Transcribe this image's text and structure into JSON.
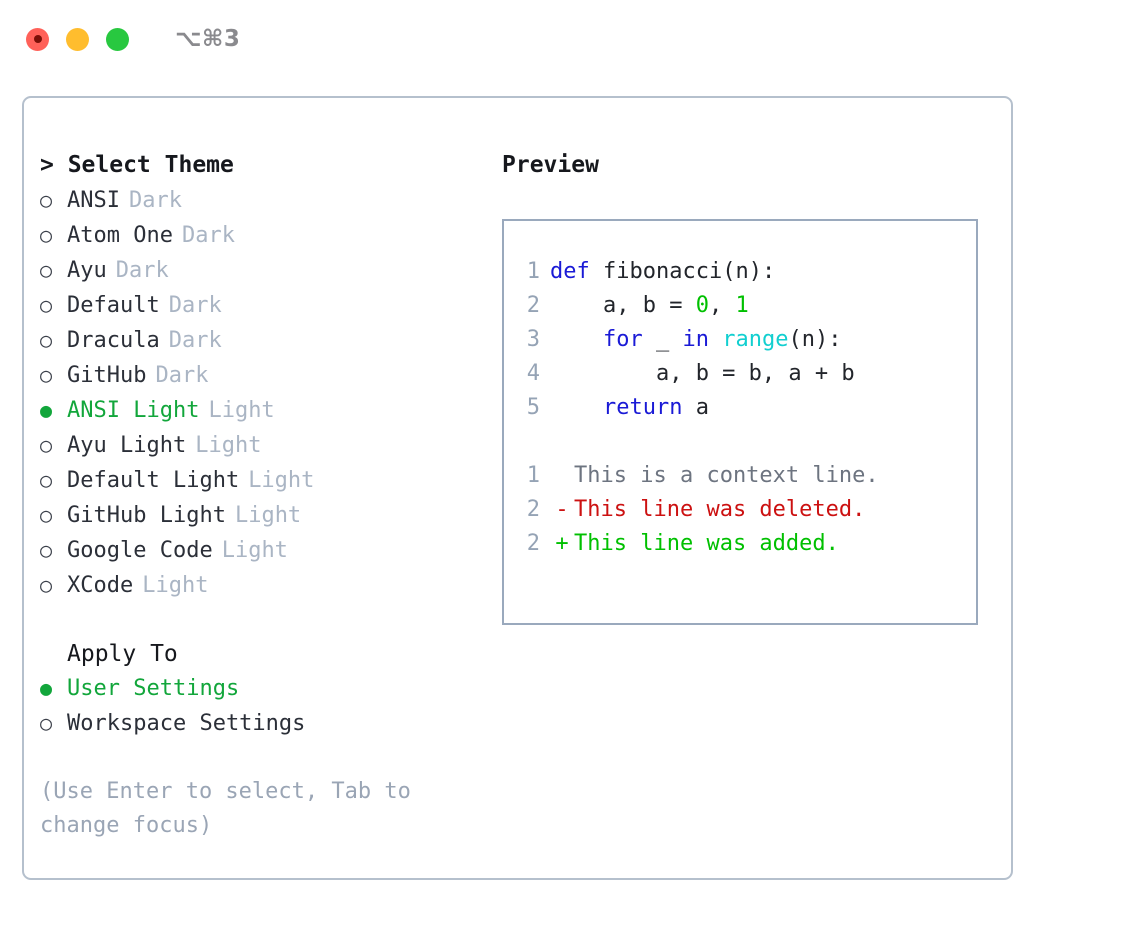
{
  "window": {
    "shortcut_label": "⌥⌘3",
    "traffic_lights": [
      "close",
      "minimize",
      "maximize"
    ],
    "colors": {
      "close": "#ff6159",
      "minimize": "#ffbd2e",
      "maximize": "#28c840",
      "accent_selected": "#12a63b",
      "border": "#b5c0cd",
      "preview_border": "#9aa9bd",
      "muted": "#aab5c4",
      "hint": "#9aa5b5"
    }
  },
  "theme_section": {
    "heading": "> Select Theme",
    "items": [
      {
        "bullet": "○",
        "name": "ANSI",
        "suffix": "Dark",
        "selected": false
      },
      {
        "bullet": "○",
        "name": "Atom One",
        "suffix": "Dark",
        "selected": false
      },
      {
        "bullet": "○",
        "name": "Ayu",
        "suffix": "Dark",
        "selected": false
      },
      {
        "bullet": "○",
        "name": "Default",
        "suffix": "Dark",
        "selected": false
      },
      {
        "bullet": "○",
        "name": "Dracula",
        "suffix": "Dark",
        "selected": false
      },
      {
        "bullet": "○",
        "name": "GitHub",
        "suffix": "Dark",
        "selected": false
      },
      {
        "bullet": "●",
        "name": "ANSI Light",
        "suffix": "Light",
        "selected": true
      },
      {
        "bullet": "○",
        "name": "Ayu Light",
        "suffix": "Light",
        "selected": false
      },
      {
        "bullet": "○",
        "name": "Default Light",
        "suffix": "Light",
        "selected": false
      },
      {
        "bullet": "○",
        "name": "GitHub Light",
        "suffix": "Light",
        "selected": false
      },
      {
        "bullet": "○",
        "name": "Google Code",
        "suffix": "Light",
        "selected": false
      },
      {
        "bullet": "○",
        "name": "XCode",
        "suffix": "Light",
        "selected": false
      }
    ]
  },
  "apply_section": {
    "heading": "Apply To",
    "items": [
      {
        "bullet": "●",
        "name": "User Settings",
        "selected": true
      },
      {
        "bullet": "○",
        "name": "Workspace Settings",
        "selected": false
      }
    ]
  },
  "hint": "(Use Enter to select, Tab to change focus)",
  "preview": {
    "heading": "Preview",
    "code_lines": [
      {
        "num": "1",
        "tokens": [
          {
            "t": "def",
            "c": "kw"
          },
          {
            "t": " fibonacci",
            "c": "fn"
          },
          {
            "t": "(n):",
            "c": "plain"
          }
        ]
      },
      {
        "num": "2",
        "tokens": [
          {
            "t": "    a, b = ",
            "c": "plain"
          },
          {
            "t": "0",
            "c": "num"
          },
          {
            "t": ", ",
            "c": "plain"
          },
          {
            "t": "1",
            "c": "num"
          }
        ]
      },
      {
        "num": "3",
        "tokens": [
          {
            "t": "    ",
            "c": "plain"
          },
          {
            "t": "for",
            "c": "kw"
          },
          {
            "t": " _ ",
            "c": "plain"
          },
          {
            "t": "in",
            "c": "kw"
          },
          {
            "t": " ",
            "c": "plain"
          },
          {
            "t": "range",
            "c": "builtin"
          },
          {
            "t": "(n):",
            "c": "plain"
          }
        ]
      },
      {
        "num": "4",
        "tokens": [
          {
            "t": "        a, b = b, a + b",
            "c": "plain"
          }
        ]
      },
      {
        "num": "5",
        "tokens": [
          {
            "t": "    ",
            "c": "plain"
          },
          {
            "t": "return",
            "c": "kw"
          },
          {
            "t": " a",
            "c": "plain"
          }
        ]
      }
    ],
    "diff_lines": [
      {
        "num": "1",
        "sign": " ",
        "text": "This is a context line.",
        "kind": "ctx"
      },
      {
        "num": "2",
        "sign": "-",
        "text": "This line was deleted.",
        "kind": "del"
      },
      {
        "num": "2",
        "sign": "+",
        "text": "This line was added.",
        "kind": "add"
      }
    ]
  }
}
